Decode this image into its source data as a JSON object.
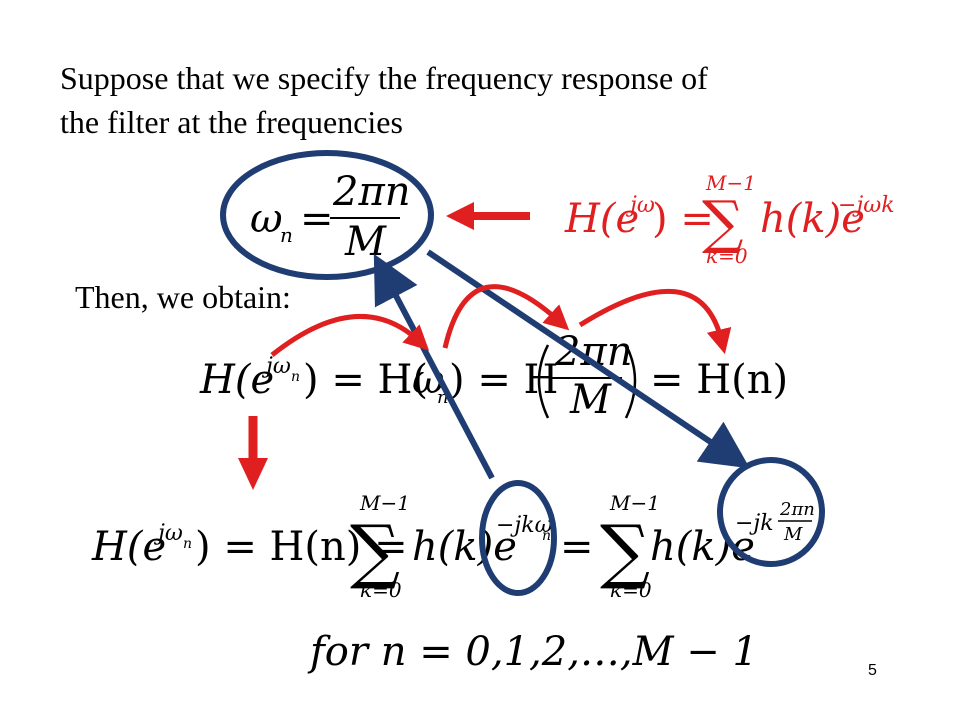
{
  "slide": {
    "intro_line1": "Suppose that we specify the frequency response of",
    "intro_line2": "the filter at the frequencies",
    "then_text": "Then, we obtain:",
    "page_number": "5"
  },
  "equations": {
    "omega_def": {
      "lhs": "ω",
      "sub": "n",
      "eq": "=",
      "num": "2πn",
      "den": "M"
    },
    "red_def": {
      "lhs_H": "H(e",
      "exp_j": "jω",
      "rparen": ") =",
      "sum_top": "M−1",
      "sum_bottom": "k=0",
      "sigma": "∑",
      "term": "h(k)e",
      "exp": "−jωk"
    },
    "chain": {
      "p1": "H(e",
      "p1_exp": "jω",
      "p1_sub": "n",
      "p1_close": ") = H(",
      "p2_omega": "ω",
      "p2_sub": "n",
      "p2_close": ") = H",
      "frac_num": "2πn",
      "frac_den": "M",
      "p3": "= H(n)"
    },
    "sum_line": {
      "lhs": "H(e",
      "lhs_exp": "jω",
      "lhs_sub": "n",
      "lhs_close": ") = H(n) =",
      "sum_top1": "M−1",
      "sum_bottom1": "k=0",
      "sigma1": "∑",
      "term1": "h(k)e",
      "exp1": "−jkω",
      "exp1_sub": "n",
      "eq2": "=",
      "sum_top2": "M−1",
      "sum_bottom2": "k=0",
      "sigma2": "∑",
      "term2": "h(k)e",
      "exp2_pre": "−jk",
      "exp2_num": "2πn",
      "exp2_den": "M"
    },
    "range": {
      "text": "for  n = 0,1,2,…,M − 1"
    }
  },
  "colors": {
    "red": "#e02020",
    "navy": "#1f3d73",
    "text": "#000000"
  }
}
